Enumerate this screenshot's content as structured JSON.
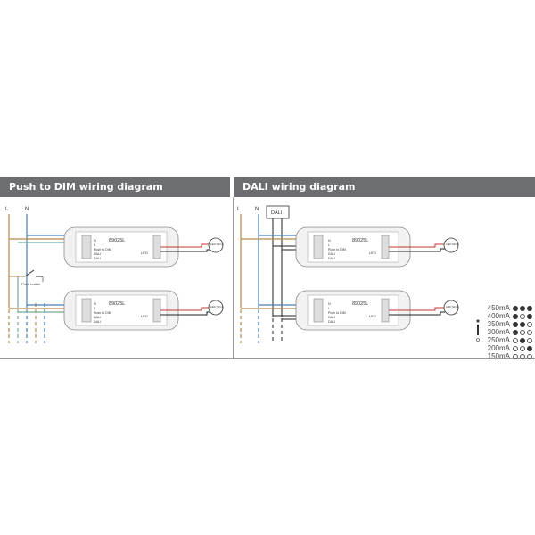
{
  "headers": {
    "push": "Push to DIM wiring diagram",
    "dali": "DALI wiring diagram"
  },
  "wires": {
    "L": "L",
    "N": "N"
  },
  "driver": {
    "model": "89025L",
    "terminals": [
      "N",
      "L",
      "Push to DIM",
      "DALI",
      "DALI"
    ],
    "led_label": "LED"
  },
  "led_string": "LED String",
  "push_button": "Push button",
  "dali_box": "DALI",
  "legend": [
    {
      "label": "450mA",
      "switches": [
        1,
        1,
        1
      ]
    },
    {
      "label": "400mA",
      "switches": [
        1,
        0,
        1
      ]
    },
    {
      "label": "350mA",
      "switches": [
        1,
        1,
        0
      ]
    },
    {
      "label": "300mA",
      "switches": [
        1,
        0,
        0
      ]
    },
    {
      "label": "250mA",
      "switches": [
        0,
        1,
        0
      ]
    },
    {
      "label": "200mA",
      "switches": [
        0,
        0,
        1
      ]
    },
    {
      "label": "150mA",
      "switches": [
        0,
        0,
        0
      ]
    }
  ],
  "colors": {
    "header_bg": "#6d6e71",
    "live": "#b5894a",
    "neutral": "#4d7fb0",
    "dim": "#7aa8a0",
    "led_pos": "#c0392b",
    "led_neg": "#222222"
  }
}
